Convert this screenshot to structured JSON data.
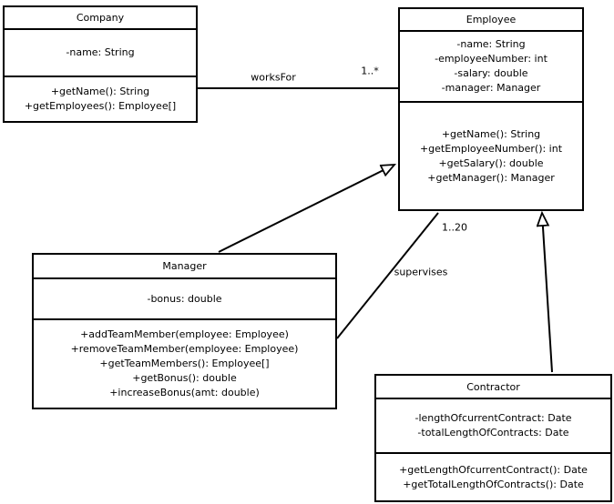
{
  "diagram": {
    "type": "uml-class-diagram",
    "background": "#ffffff",
    "line_color": "#000000",
    "box_fill": "#ffffff",
    "classes": {
      "company": {
        "name": "Company",
        "attributes": [
          "-name: String"
        ],
        "methods": [
          "+getName(): String",
          "+getEmployees(): Employee[]"
        ]
      },
      "employee": {
        "name": "Employee",
        "attributes": [
          "-name: String",
          "-employeeNumber: int",
          "-salary: double",
          "-manager: Manager"
        ],
        "methods": [
          "+getName(): String",
          "+getEmployeeNumber(): int",
          "+getSalary(): double",
          "+getManager(): Manager"
        ]
      },
      "manager": {
        "name": "Manager",
        "attributes": [
          "-bonus: double"
        ],
        "methods": [
          "+addTeamMember(employee: Employee)",
          "+removeTeamMember(employee: Employee)",
          "+getTeamMembers(): Employee[]",
          "+getBonus(): double",
          "+increaseBonus(amt: double)"
        ]
      },
      "contractor": {
        "name": "Contractor",
        "attributes": [
          "-lengthOfcurrentContract: Date",
          "-totalLengthOfContracts: Date"
        ],
        "methods": [
          "+getLengthOfcurrentContract(): Date",
          "+getTotalLengthOfContracts(): Date"
        ]
      }
    },
    "edges": {
      "works_for": {
        "type": "association",
        "from": "Company",
        "to": "Employee",
        "label": "worksFor",
        "target_multiplicity": "1..*"
      },
      "supervises": {
        "type": "association",
        "from": "Manager",
        "to": "Employee",
        "label": "supervises",
        "target_multiplicity": "1..20"
      },
      "manager_generalization": {
        "type": "generalization",
        "from": "Manager",
        "to": "Employee"
      },
      "contractor_generalization": {
        "type": "generalization",
        "from": "Contractor",
        "to": "Employee"
      }
    }
  }
}
